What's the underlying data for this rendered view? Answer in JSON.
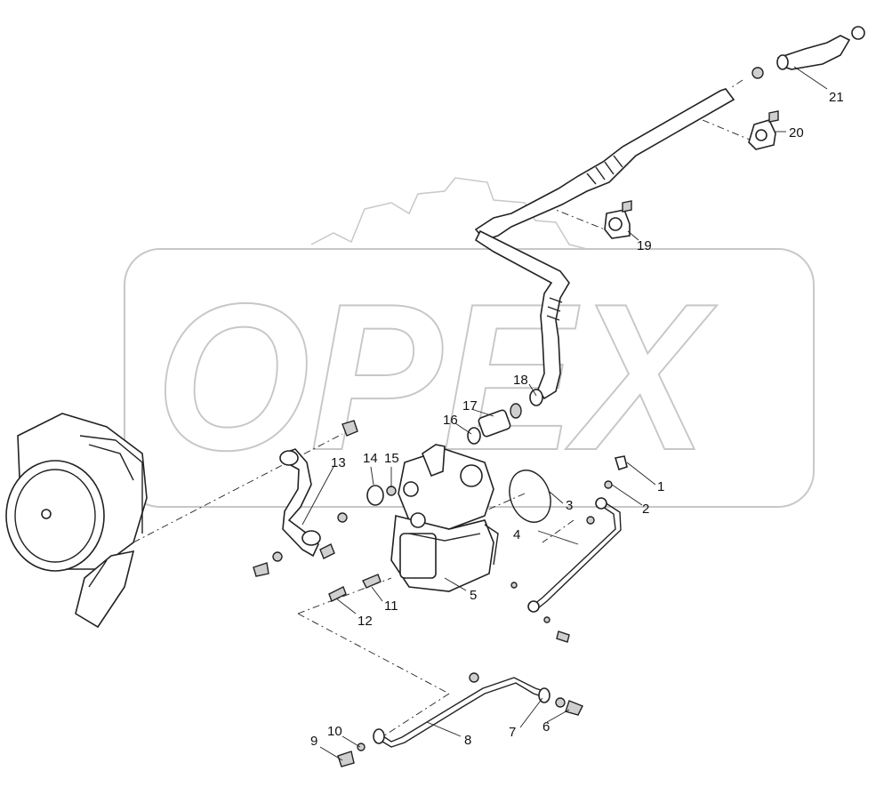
{
  "watermark": {
    "text": "OPEX"
  },
  "callouts": [
    {
      "id": "1",
      "label": "1"
    },
    {
      "id": "2",
      "label": "2"
    },
    {
      "id": "3",
      "label": "3"
    },
    {
      "id": "4",
      "label": "4"
    },
    {
      "id": "5",
      "label": "5"
    },
    {
      "id": "6",
      "label": "6"
    },
    {
      "id": "7",
      "label": "7"
    },
    {
      "id": "8",
      "label": "8"
    },
    {
      "id": "9",
      "label": "9"
    },
    {
      "id": "10",
      "label": "10"
    },
    {
      "id": "11",
      "label": "11"
    },
    {
      "id": "12",
      "label": "12"
    },
    {
      "id": "13",
      "label": "13"
    },
    {
      "id": "14",
      "label": "14"
    },
    {
      "id": "15",
      "label": "15"
    },
    {
      "id": "16",
      "label": "16"
    },
    {
      "id": "17",
      "label": "17"
    },
    {
      "id": "18",
      "label": "18"
    },
    {
      "id": "19",
      "label": "19"
    },
    {
      "id": "20",
      "label": "20"
    },
    {
      "id": "21",
      "label": "21"
    }
  ],
  "colors": {
    "line": "#222222",
    "watermark": "#9a9a9a",
    "shade": "#cfcfcf"
  }
}
